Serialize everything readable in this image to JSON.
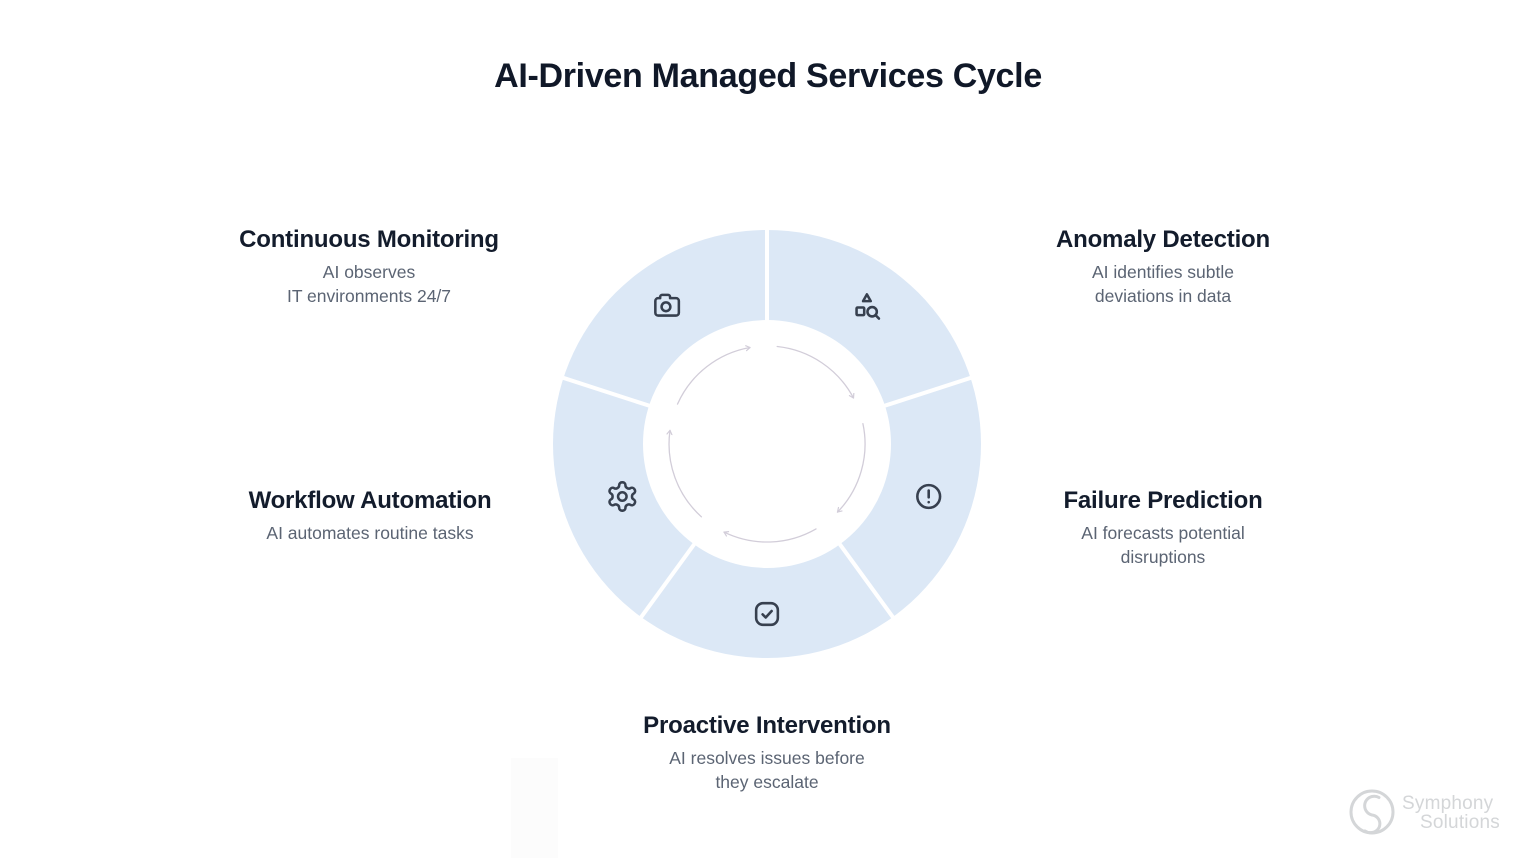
{
  "title": "AI-Driven Managed Services Cycle",
  "diagram": {
    "type": "cycle",
    "direction": "clockwise",
    "segments": 5
  },
  "steps": [
    {
      "id": "continuous-monitoring",
      "title": "Continuous Monitoring",
      "desc": "AI observes\nIT environments 24/7",
      "icon": "camera-icon",
      "position": "top-left"
    },
    {
      "id": "anomaly-detection",
      "title": "Anomaly Detection",
      "desc": "AI identifies subtle\ndeviations in data",
      "icon": "shapes-search-icon",
      "position": "top-right"
    },
    {
      "id": "failure-prediction",
      "title": "Failure Prediction",
      "desc": "AI forecasts potential\ndisruptions",
      "icon": "alert-circle-icon",
      "position": "right"
    },
    {
      "id": "proactive-intervention",
      "title": "Proactive Intervention",
      "desc": "AI resolves issues before\nthey escalate",
      "icon": "check-square-icon",
      "position": "bottom"
    },
    {
      "id": "workflow-automation",
      "title": "Workflow Automation",
      "desc": "AI automates routine tasks",
      "icon": "gear-icon",
      "position": "left"
    }
  ],
  "watermark": {
    "line1": "Symphony",
    "line2": "Solutions"
  },
  "colors": {
    "background": "#ffffff",
    "segment_fill": "#dce8f6",
    "segment_divider": "#ffffff",
    "icon_stroke": "#37404f",
    "heading_text": "#131c2c",
    "desc_text": "#5b6473",
    "cycle_arrows": "#d2cdd9",
    "watermark_gray": "#d4d6d8"
  }
}
